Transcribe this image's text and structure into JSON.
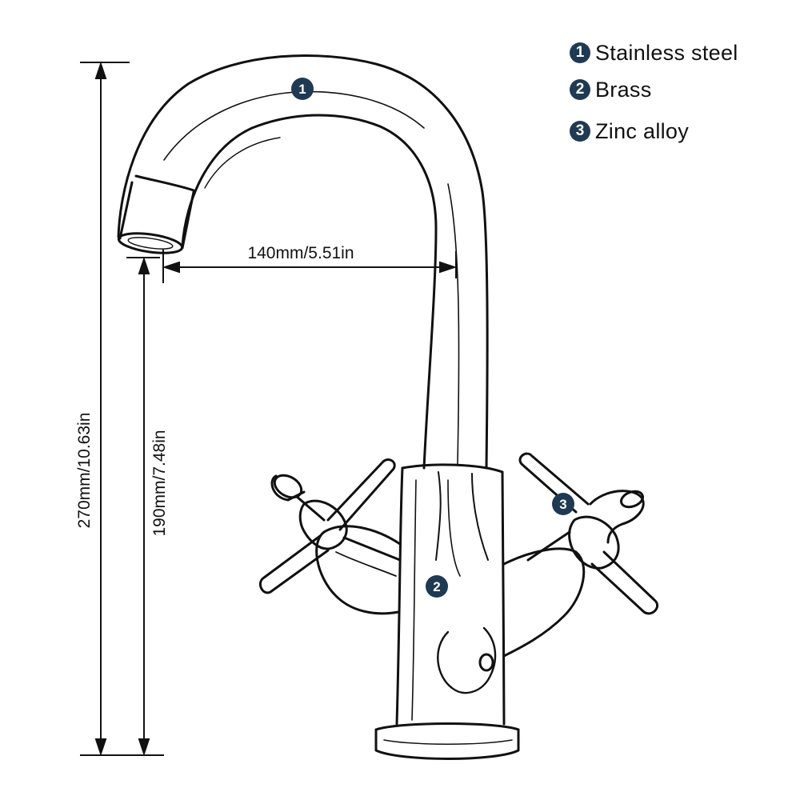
{
  "legend": [
    {
      "number": "1",
      "material": "Stainless steel"
    },
    {
      "number": "2",
      "material": "Brass"
    },
    {
      "number": "3",
      "material": "Zinc alloy"
    }
  ],
  "callouts": [
    "1",
    "2",
    "3"
  ],
  "dimensions": {
    "total_height": "270mm/10.63in",
    "spout_height": "190mm/7.48in",
    "spout_reach": "140mm/5.51in"
  },
  "colors": {
    "badge": "#1f3a52",
    "line": "#111111"
  }
}
